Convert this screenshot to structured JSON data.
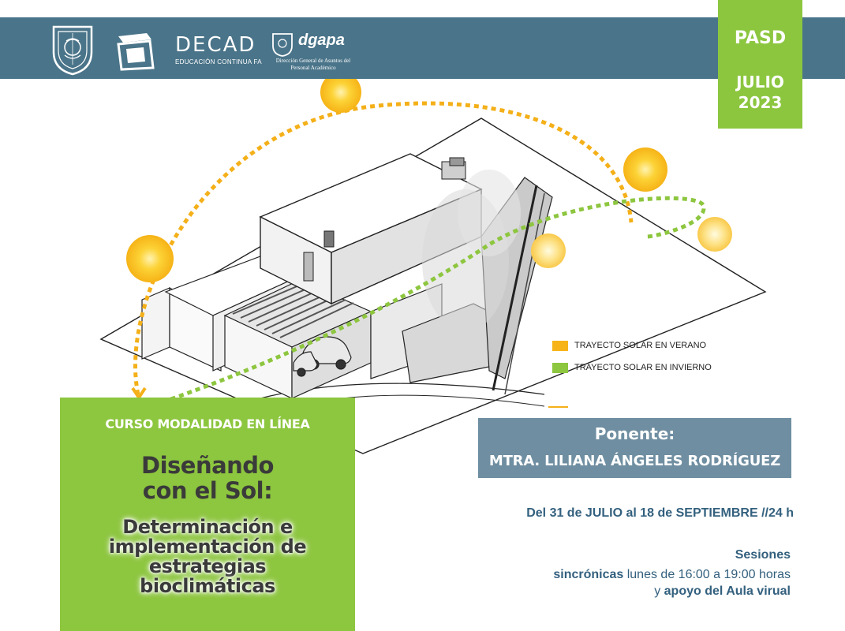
{
  "header": {
    "decad_logo": "DECAD",
    "decad_subtitle": "EDUCACIÓN CONTINUA FA",
    "dgapa_logo": "dgapa",
    "dgapa_subtitle": "Dirección General de Asuntos del Personal Académico"
  },
  "badge": {
    "program": "PASD",
    "month": "JULIO",
    "year": "2023"
  },
  "legend": {
    "summer_label": "TRAYECTO SOLAR EN VERANO",
    "summer_color": "#f7b418",
    "winter_label": "TRAYECTO SOLAR EN INVIERNO",
    "winter_color": "#8dc63f"
  },
  "course": {
    "mode": "CURSO MODALIDAD EN LÍNEA",
    "title_line1": "Diseñando",
    "title_line2": "con el Sol:",
    "subtitle_line1": "Determinación e",
    "subtitle_line2": "implementación de",
    "subtitle_line3": "estrategias",
    "subtitle_line4": "bioclimáticas"
  },
  "speaker": {
    "label": "Ponente:",
    "name": "MTRA. LILIANA ÁNGELES RODRÍGUEZ"
  },
  "schedule": {
    "dates": "Del 31 de JULIO  al 18 de SEPTIEMBRE //24 h",
    "sessions_label": "Sesiones",
    "line1_bold": "sincrónicas",
    "line1_rest": " lunes de 16:00 a 19:00 horas",
    "line2_pre": "y ",
    "line2_bold": "apoyo del Aula virual"
  },
  "colors": {
    "header_bg": "#4a7489",
    "accent_green": "#8dc63f",
    "speaker_bg": "#6f8ea1",
    "text_blue": "#33607e"
  }
}
